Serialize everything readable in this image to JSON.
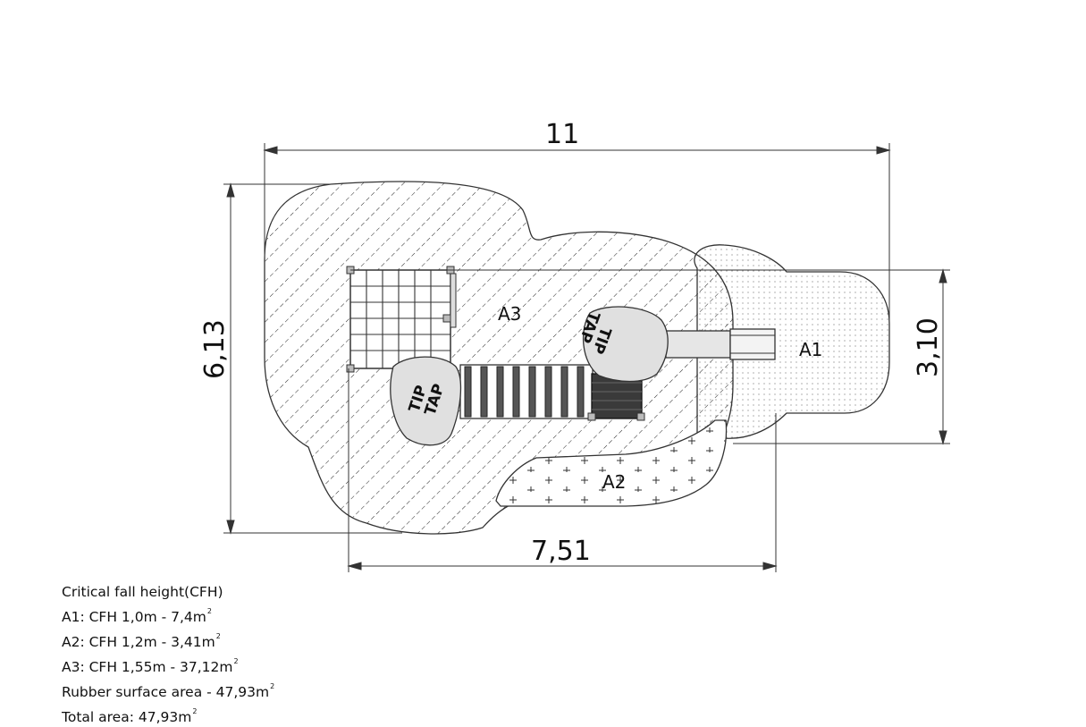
{
  "dimensions": {
    "overall_length": "11",
    "overall_width": "6,13",
    "equipment_width": "3,10",
    "lower_length": "7,51"
  },
  "zones": {
    "a1": "A1",
    "a2": "A2",
    "a3": "A3"
  },
  "logo": {
    "line1": "TIP",
    "line2": "TAP"
  },
  "legend": {
    "title": "Critical fall height(CFH)",
    "a1": "A1: CFH 1,0m - 7,4m",
    "a2": "A2: CFH 1,2m - 3,41m",
    "a3": "A3: CFH 1,55m - 37,12m",
    "rubber": "Rubber surface area - 47,93m",
    "total": "Total area: 47,93m",
    "unit_sup": "2"
  }
}
